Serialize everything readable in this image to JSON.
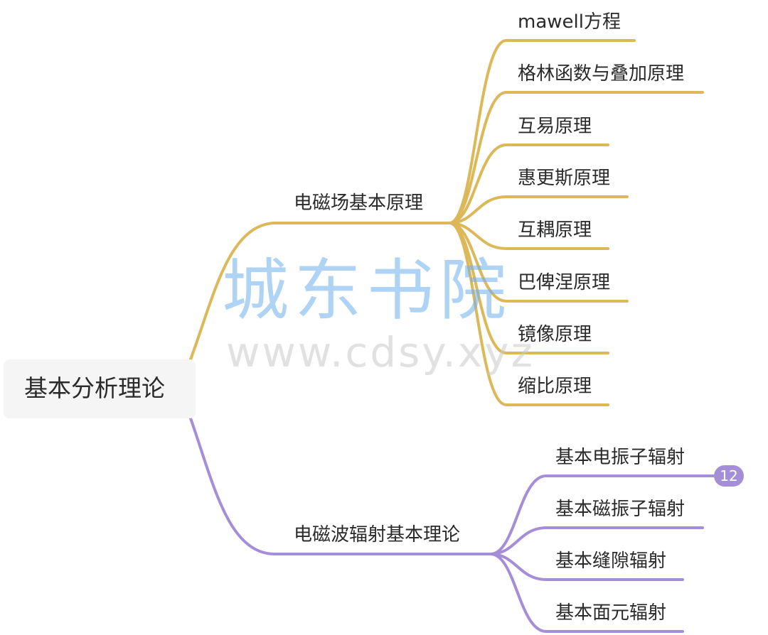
{
  "mindmap": {
    "root": "基本分析理论",
    "branches": [
      {
        "label": "电磁场基本原理",
        "color": "#dcb858",
        "children": [
          "mawell方程",
          "格林函数与叠加原理",
          "互易原理",
          "惠更斯原理",
          "互耦原理",
          "巴俾涅原理",
          "镜像原理",
          "缩比原理"
        ]
      },
      {
        "label": "电磁波辐射基本理论",
        "color": "#a48ed8",
        "children": [
          "基本电振子辐射",
          "基本磁振子辐射",
          "基本缝隙辐射",
          "基本面元辐射"
        ],
        "badge": "12"
      }
    ]
  },
  "watermark": {
    "chinese": "城东书院",
    "url": "www.cdsy.xyz"
  }
}
